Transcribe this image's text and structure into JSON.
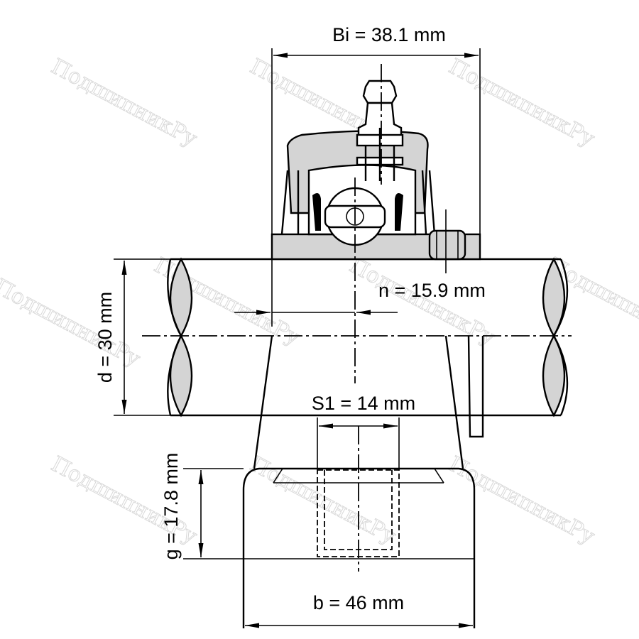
{
  "dimensions": {
    "bi": "Bi = 38.1 mm",
    "n": "n = 15.9 mm",
    "d": "d = 30 mm",
    "s1": "S1 = 14 mm",
    "g": "g = 17.8 mm",
    "b": "b = 46 mm"
  },
  "watermark": "ПодшипникРу",
  "colors": {
    "fill": "#d4d4d4",
    "line": "#000000"
  }
}
